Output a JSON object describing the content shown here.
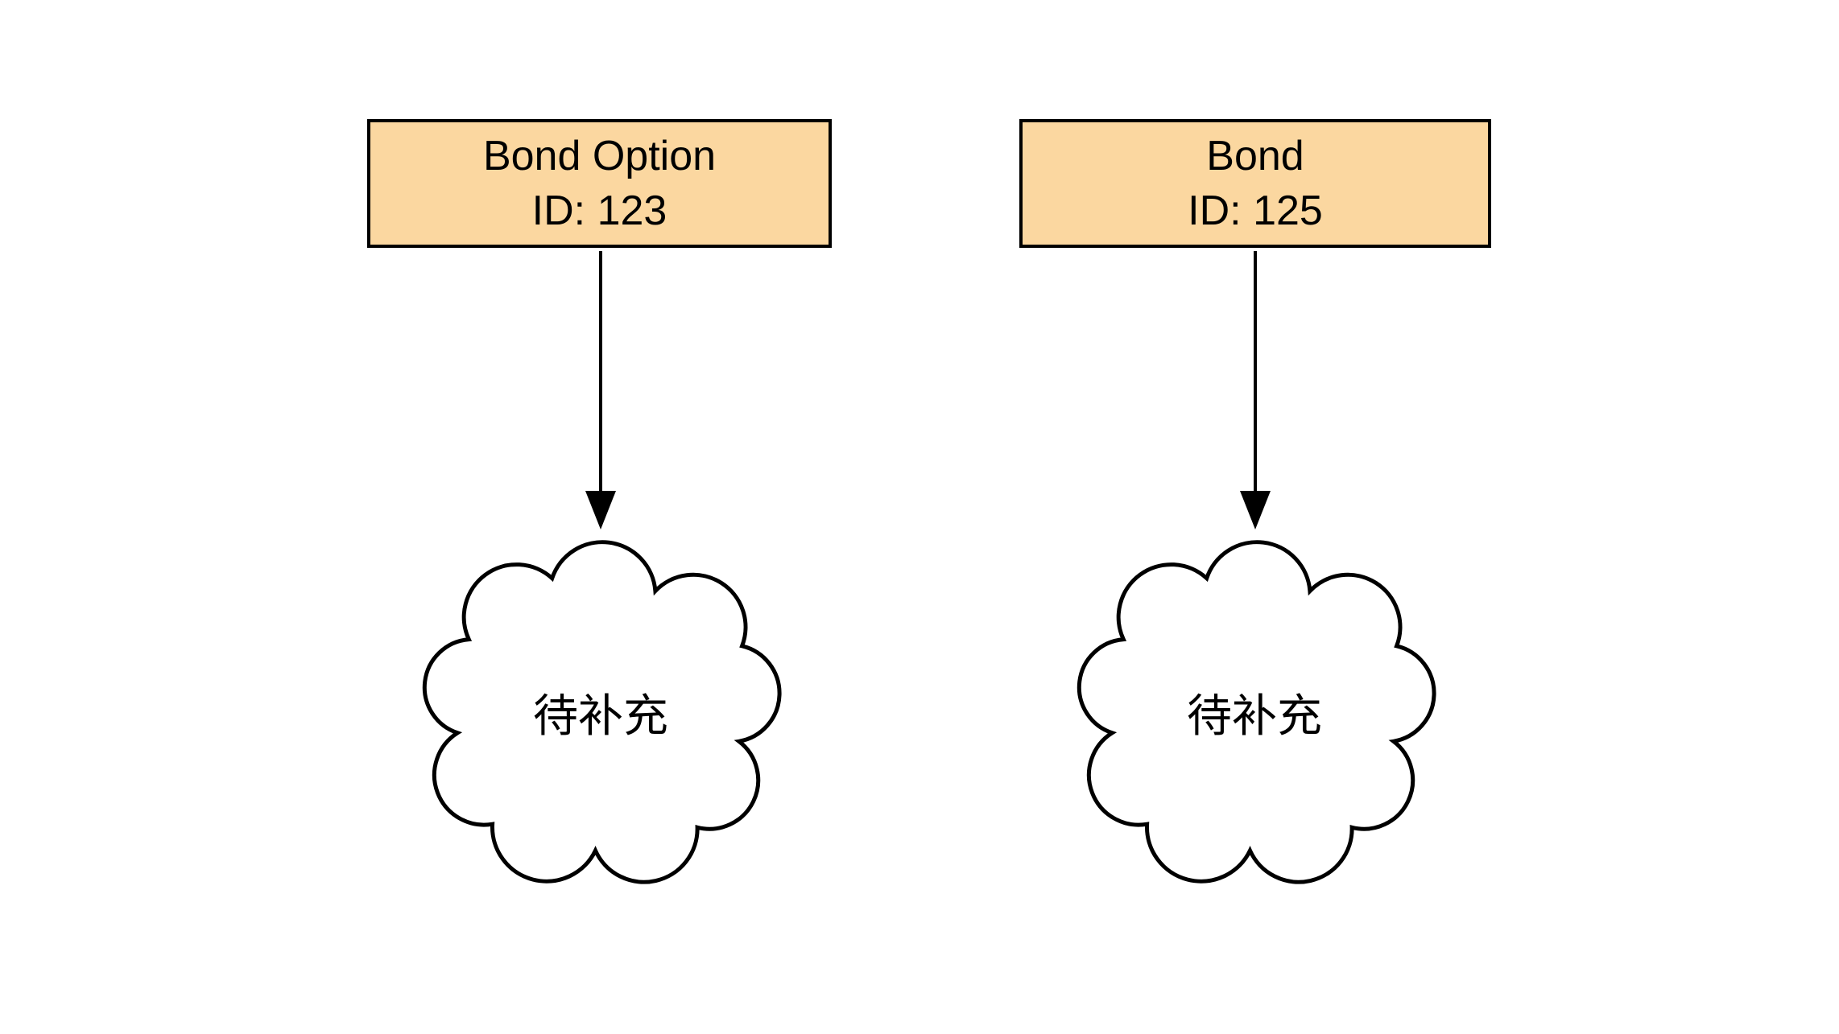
{
  "diagram": {
    "nodes": [
      {
        "title": "Bond Option",
        "id_label": "ID: 123"
      },
      {
        "title": "Bond",
        "id_label": "ID: 125"
      }
    ],
    "clouds": [
      {
        "label": "待补充"
      },
      {
        "label": "待补充"
      }
    ],
    "colors": {
      "node_fill": "#FBD7A0",
      "node_border": "#000000",
      "connector": "#000000",
      "cloud_fill": "#FFFFFF",
      "background": "#FFFFFF"
    }
  }
}
